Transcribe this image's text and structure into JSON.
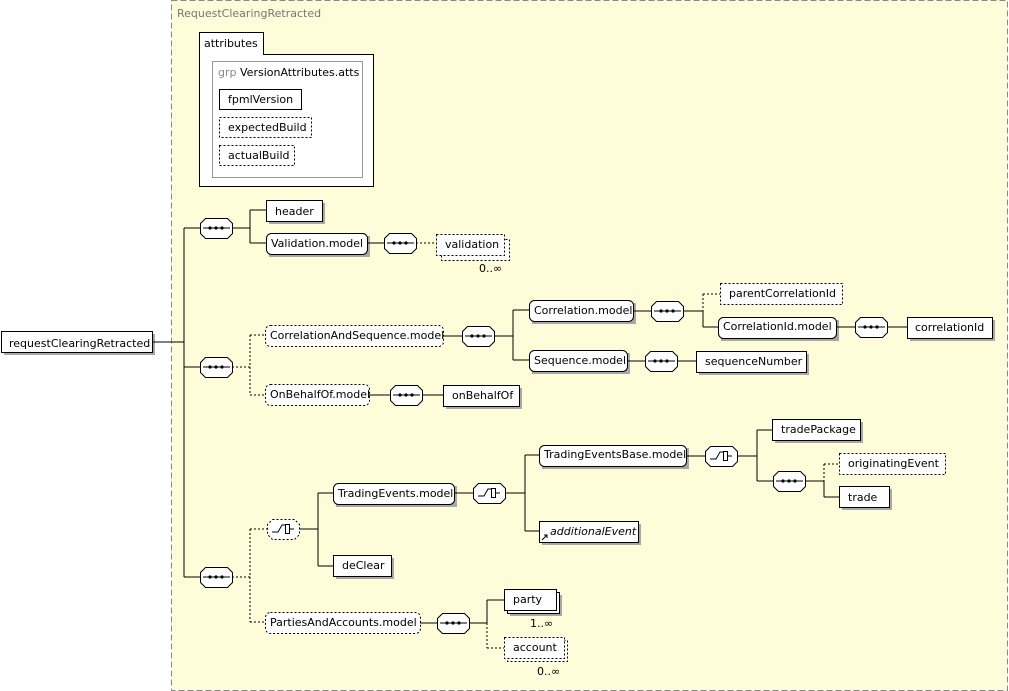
{
  "root": {
    "label": "requestClearingRetracted"
  },
  "complex_type": {
    "label": "RequestClearingRetracted"
  },
  "attributes": {
    "title": "attributes",
    "group": {
      "prefix": "grp",
      "name": "VersionAttributes.atts"
    },
    "items": [
      {
        "label": "fpmlVersion",
        "optional": false
      },
      {
        "label": "expectedBuild",
        "optional": true
      },
      {
        "label": "actualBuild",
        "optional": true
      }
    ]
  },
  "elements": {
    "header": "header",
    "validation_model": "Validation.model",
    "validation": "validation",
    "validation_cardinality": "0..∞",
    "correlation_and_sequence_model": "CorrelationAndSequence.model",
    "correlation_model": "Correlation.model",
    "parent_correlation_id": "parentCorrelationId",
    "correlation_id_model": "CorrelationId.model",
    "correlation_id": "correlationId",
    "sequence_model": "Sequence.model",
    "sequence_number": "sequenceNumber",
    "on_behalf_of_model": "OnBehalfOf.model",
    "on_behalf_of": "onBehalfOf",
    "trading_events_base_model": "TradingEventsBase.model",
    "trade_package": "tradePackage",
    "originating_event": "originatingEvent",
    "trade": "trade",
    "trading_events_model": "TradingEvents.model",
    "additional_event": "additionalEvent",
    "de_clear": "deClear",
    "parties_and_accounts_model": "PartiesAndAccounts.model",
    "party": "party",
    "party_cardinality": "1..∞",
    "account": "account",
    "account_cardinality": "0..∞"
  }
}
